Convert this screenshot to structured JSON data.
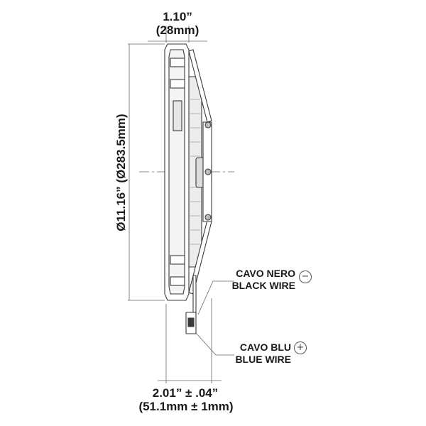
{
  "dimensions": {
    "depth_inches": "1.10”",
    "depth_mm": "(28mm)",
    "diameter": "Ø11.16” (Ø283.5mm)",
    "overall_depth_inches": "2.01” ± .04”",
    "overall_depth_mm": "(51.1mm ± 1mm)"
  },
  "wires": {
    "black_it": "CAVO NERO",
    "black_en": "BLACK WIRE",
    "black_sign": "−",
    "blue_it": "CAVO BLU",
    "blue_en": "BLUE WIRE",
    "blue_sign": "+"
  },
  "colors": {
    "line": "#3a3a3a",
    "thin_line": "#777777",
    "body_fill": "#ffffff",
    "shade": "#c8c8c8"
  }
}
